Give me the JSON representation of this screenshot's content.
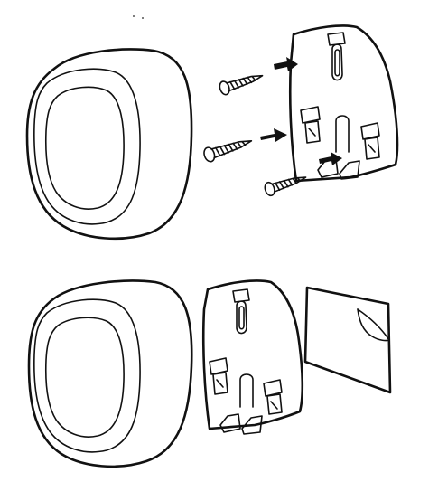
{
  "figure": {
    "panels": [
      {
        "id": "screw-mount",
        "sensor_icon": "round-sensor-icon",
        "plate_icon": "wall-plate-icon",
        "fastener_icon": "screw-icon",
        "fastener_count": 3,
        "arrow_icon": "arrow-right-icon"
      },
      {
        "id": "adhesive-mount",
        "sensor_icon": "round-sensor-icon",
        "plate_icon": "wall-plate-icon",
        "fastener_icon": "adhesive-pad-icon"
      }
    ],
    "colors": {
      "ink": "#111111",
      "background": "#ffffff"
    }
  }
}
